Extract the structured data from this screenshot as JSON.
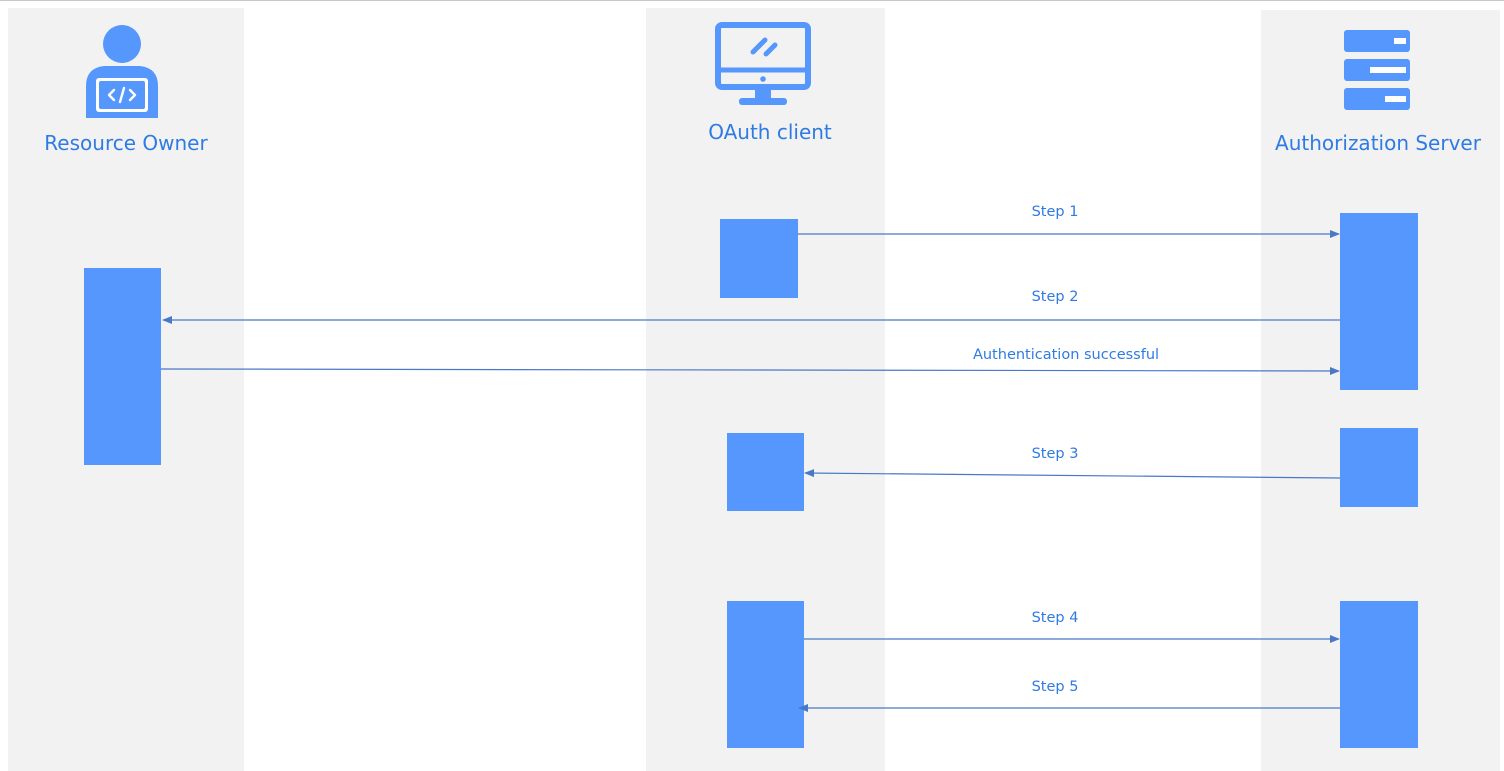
{
  "participants": {
    "owner": {
      "title": "Resource Owner"
    },
    "client": {
      "title": "OAuth client"
    },
    "server": {
      "title": "Authorization Server"
    }
  },
  "messages": [
    {
      "label": "Step 1",
      "from": "client",
      "to": "server"
    },
    {
      "label": "Step 2",
      "from": "server",
      "to": "owner"
    },
    {
      "label": "Authentication successful",
      "from": "owner",
      "to": "server"
    },
    {
      "label": "Step 3",
      "from": "server",
      "to": "client"
    },
    {
      "label": "Step 4",
      "from": "client",
      "to": "server"
    },
    {
      "label": "Step 5",
      "from": "server",
      "to": "client"
    }
  ],
  "colors": {
    "accent": "#2f7be3",
    "block": "#5597fd",
    "arrow": "#4a78c8",
    "lane": "#f2f2f3"
  }
}
